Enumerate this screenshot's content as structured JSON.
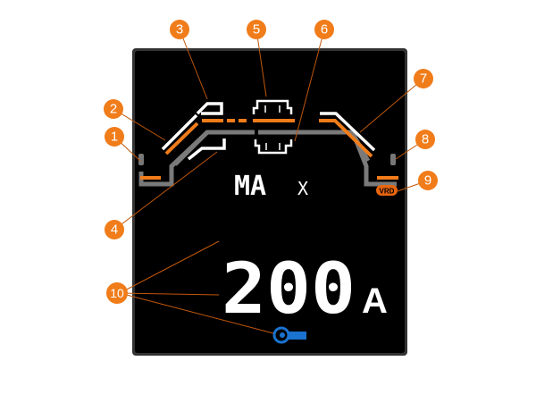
{
  "display": {
    "mode_text": "MA",
    "mode_suffix": "X",
    "value": "200",
    "unit": "A",
    "vrd_badge": "VRD"
  },
  "callouts": [
    "1",
    "2",
    "3",
    "4",
    "5",
    "6",
    "7",
    "8",
    "9",
    "10"
  ],
  "colors": {
    "orange": "#f07c1a",
    "lcd_bg": "#000000",
    "blue": "#1a73d0",
    "gray": "#7a7a7a"
  },
  "icons": [
    "gas-cylinder-icon-left",
    "gas-cylinder-icon-right",
    "pulse-up-icon",
    "pulse-down-icon",
    "torch-icon"
  ]
}
